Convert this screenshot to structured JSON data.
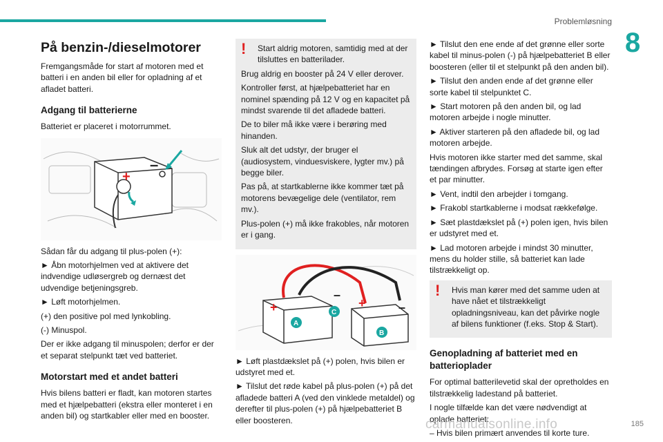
{
  "header": {
    "section": "Problemløsning",
    "chapter": "8"
  },
  "col1": {
    "title": "På benzin-/dieselmotorer",
    "intro": "Fremgangsmåde for start af motoren med et batteri i en anden bil eller for opladning af et afladet batteri.",
    "h_access": "Adgang til batterierne",
    "battery_location": "Batteriet er placeret i motorrummet.",
    "access_lines": [
      "Sådan får du adgang til plus-polen (+):",
      "► Åbn motorhjelmen ved at aktivere det indvendige udløsergreb og dernæst det udvendige betjeningsgreb.",
      "► Løft motorhjelmen.",
      "(+) den positive pol med lynkobling.",
      "(-) Minuspol.",
      "Der er ikke adgang til minuspolen; derfor er der et separat stelpunkt tæt ved batteriet."
    ],
    "h_start": "Motorstart med et andet batteri",
    "start_text": "Hvis bilens batteri er fladt, kan motoren startes med et hjælpebatteri (ekstra eller monteret i en anden bil) og startkabler eller med en booster.",
    "fig1_labels": {
      "plus": "+",
      "minus": "–"
    }
  },
  "col2": {
    "warning_lines": [
      "Start aldrig motoren, samtidig med at der tilsluttes en batterilader.",
      "Brug aldrig en booster på 24 V eller derover.",
      "Kontroller først, at hjælpebatteriet har en nominel spænding på 12 V og en kapacitet på mindst svarende til det afladede batteri.",
      "De to biler må ikke være i berøring med hinanden.",
      "Sluk alt det udstyr, der bruger el (audiosystem, vinduesviskere, lygter mv.) på begge biler.",
      "Pas på, at startkablerne ikke kommer tæt på motorens bevægelige dele (ventilator, rem mv.).",
      "Plus-polen (+) må ikke frakobles, når motoren er i gang."
    ],
    "fig2_labels": {
      "a": "A",
      "b": "B",
      "c": "C",
      "plus": "+",
      "minus": "–"
    },
    "steps": [
      "► Løft plastdækslet på (+) polen, hvis bilen er udstyret med et.",
      "► Tilslut det røde kabel på plus-polen (+) på det afladede batteri A (ved den vinklede metaldel) og derefter til plus-polen (+) på hjælpebatteriet B eller boosteren."
    ]
  },
  "col3": {
    "steps": [
      "► Tilslut den ene ende af det grønne eller sorte kabel til minus-polen (-) på hjælpebatteriet B eller boosteren (eller til et stelpunkt på den anden bil).",
      "► Tilslut den anden ende af det grønne eller sorte kabel til stelpunktet C.",
      "► Start motoren på den anden bil, og lad motoren arbejde i nogle minutter.",
      "► Aktiver starteren på den afladede bil, og lad motoren arbejde.",
      "Hvis motoren ikke starter med det samme, skal tændingen afbrydes. Forsøg at starte igen efter et par minutter.",
      "► Vent, indtil den arbejder i tomgang.",
      "► Frakobl startkablerne i modsat rækkefølge.",
      "► Sæt plastdækslet på (+) polen igen, hvis bilen er udstyret med et.",
      "► Lad motoren arbejde i mindst 30 minutter, mens du holder stille, så batteriet kan lade tilstrækkeligt op."
    ],
    "warning": "Hvis man kører med det samme uden at have nået et tilstrækkeligt opladningsniveau, kan det påvirke nogle af bilens funktioner (f.eks. Stop & Start).",
    "h_charge": "Genopladning af batteriet med en batterioplader",
    "charge_lines": [
      "For optimal batterilevetid skal der opretholdes en tilstrækkelig ladestand på batteriet.",
      "I nogle tilfælde kan det være nødvendigt at oplade batteriet:",
      "– Hvis bilen primært anvendes til korte ture."
    ]
  },
  "footer": {
    "page": "185",
    "watermark": "carmanualsonline.info"
  },
  "colors": {
    "accent": "#1aa7a1",
    "warning": "#e02020",
    "box": "#ececec"
  }
}
